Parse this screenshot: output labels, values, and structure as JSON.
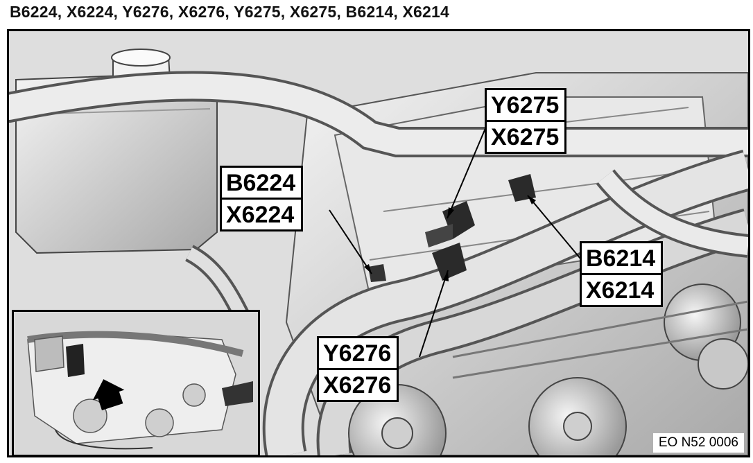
{
  "title": "B6224, X6224, Y6276, X6276, Y6275, X6275, B6214, X6214",
  "callouts": {
    "y6275": {
      "top": "Y6275",
      "bottom": "X6275"
    },
    "b6224": {
      "top": "B6224",
      "bottom": "X6224"
    },
    "b6214": {
      "top": "B6214",
      "bottom": "X6214"
    },
    "y6276": {
      "top": "Y6276",
      "bottom": "X6276"
    }
  },
  "reference_code": "EO N52 0006"
}
